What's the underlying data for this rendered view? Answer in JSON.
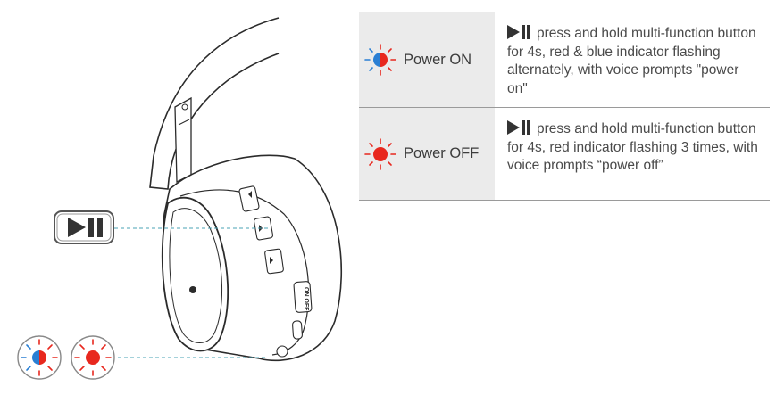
{
  "table": {
    "rows": [
      {
        "label": "Power ON",
        "icon": "red-blue-indicator-icon",
        "description": "press and hold multi-function button for 4s, red & blue indicator flashing alternately, with voice prompts \"power on\""
      },
      {
        "label": "Power OFF",
        "icon": "red-indicator-icon",
        "description": "press and hold multi-function button for 4s, red indicator flashing 3 times, with voice prompts “power off”"
      }
    ]
  },
  "illustration": {
    "on_off_label": "ON OFF",
    "callouts": [
      "play-pause-button-icon",
      "red-blue-indicator-icon",
      "red-indicator-icon"
    ]
  },
  "colors": {
    "red": "#e8281e",
    "blue": "#2a7fd4",
    "line": "#2b2b2b",
    "callout": "#4aa3b5",
    "cell_bg": "#ebebeb"
  }
}
